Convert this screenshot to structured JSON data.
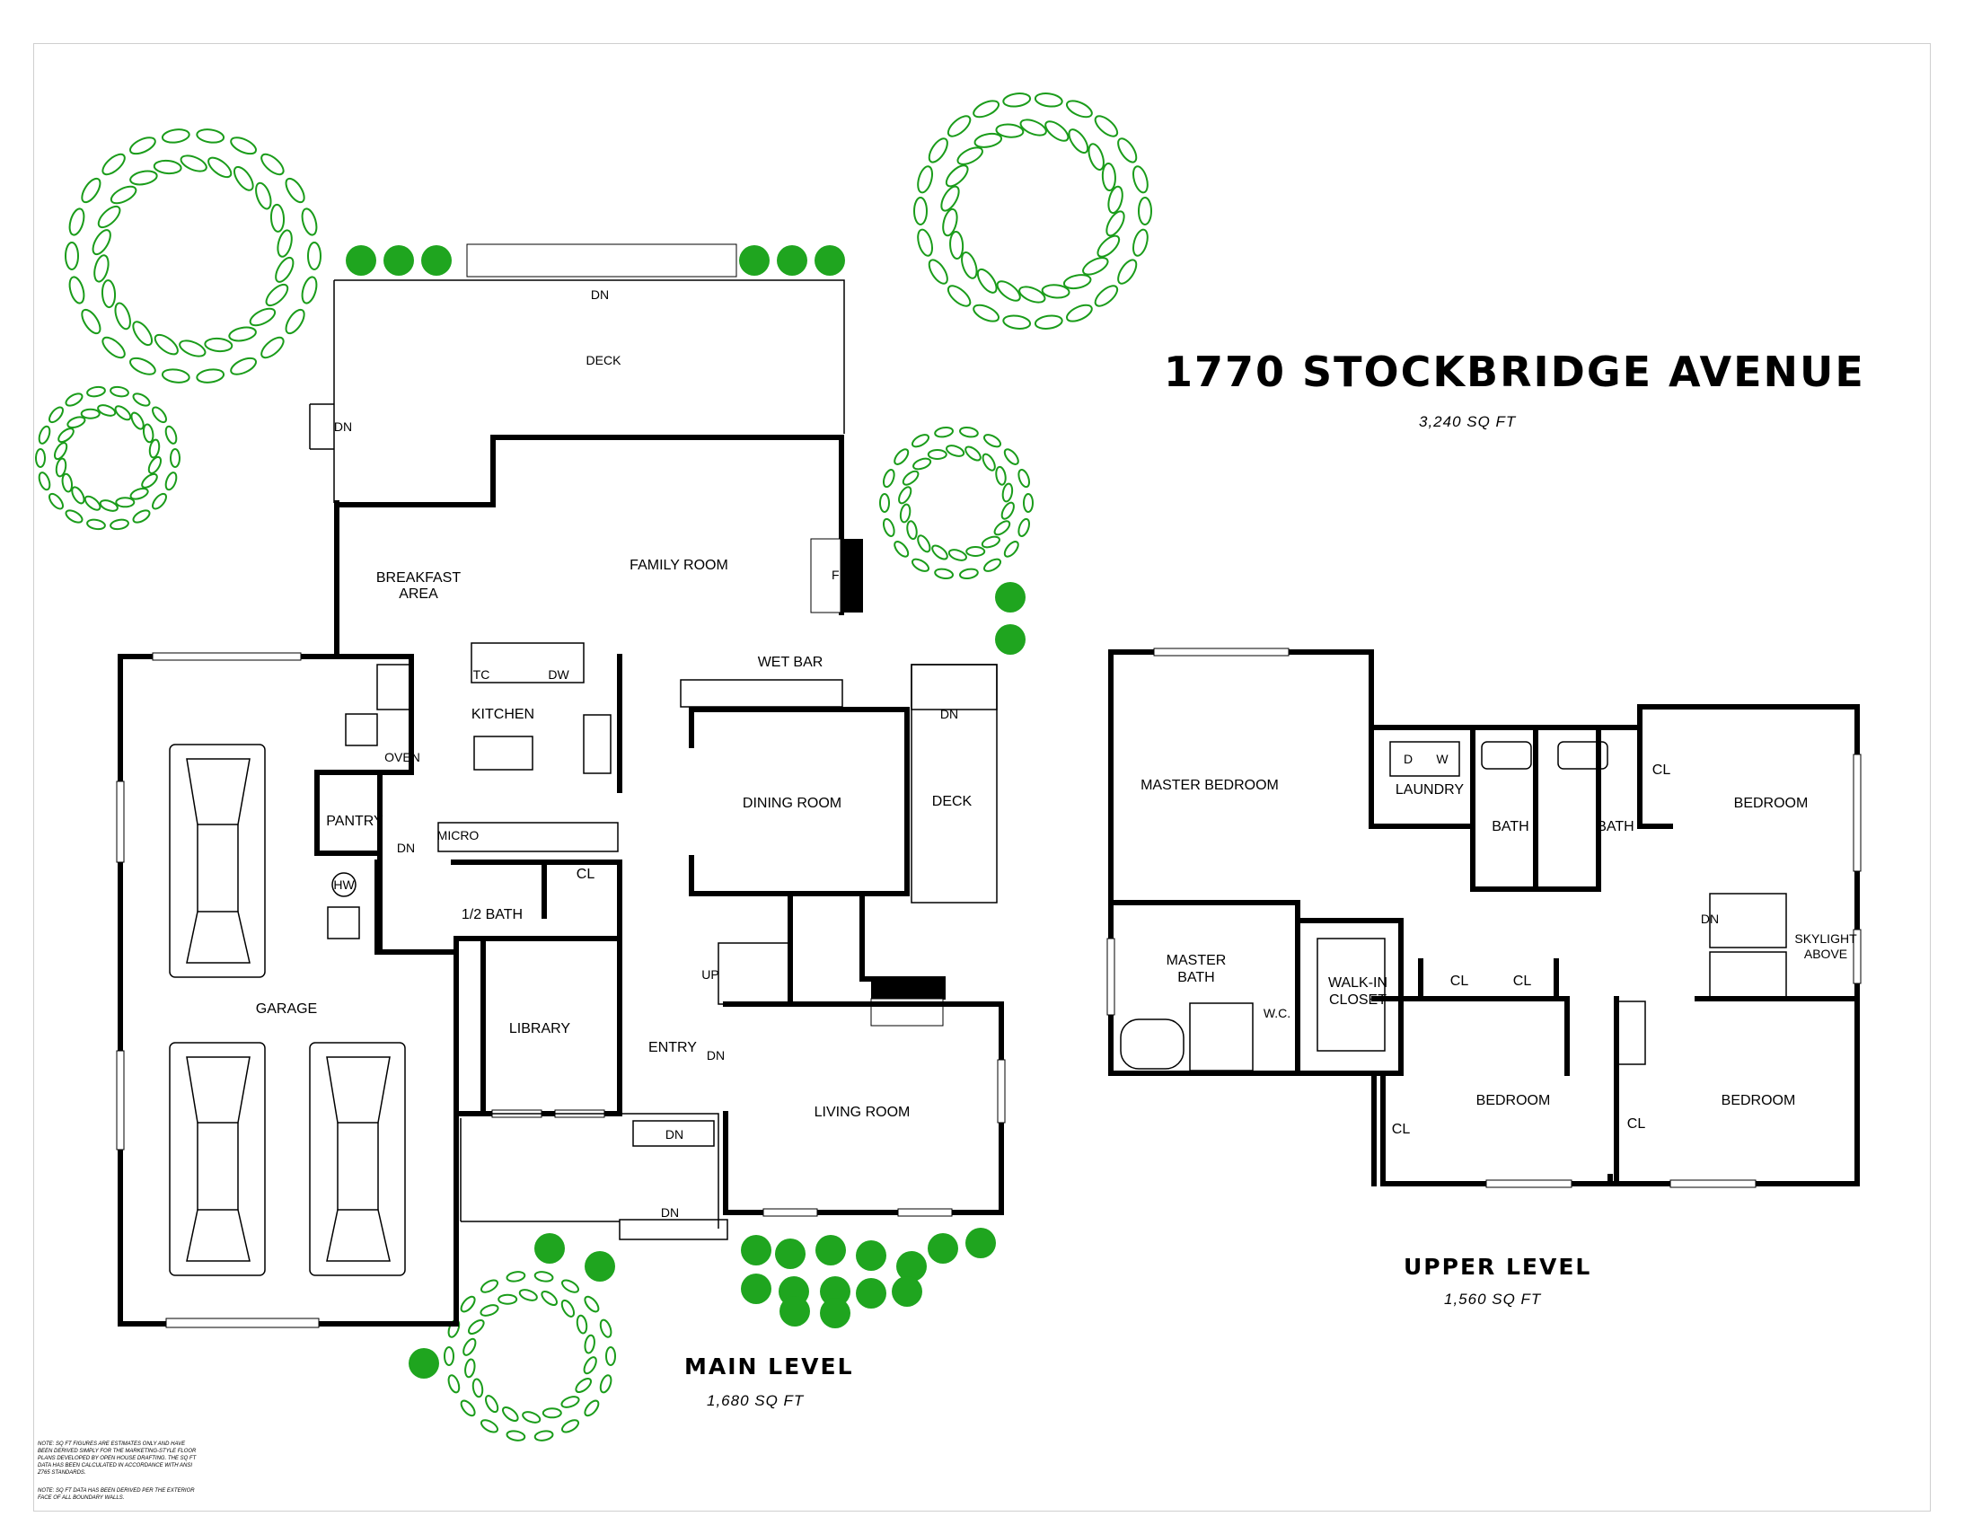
{
  "header": {
    "address": "1770 STOCKBRIDGE AVENUE",
    "total_area": "3,240 SQ FT"
  },
  "main_level": {
    "title": "MAIN LEVEL",
    "area": "1,680 SQ FT",
    "rooms": {
      "deck_top": "DECK",
      "deck_top_dn": "DN",
      "deck_left_dn": "DN",
      "breakfast_1": "BREAKFAST",
      "breakfast_2": "AREA",
      "family_room": "FAMILY ROOM",
      "fp_family": "FP",
      "wet_bar": "WET BAR",
      "kitchen": "KITCHEN",
      "tc": "TC",
      "dw": "DW",
      "oven": "OVEN",
      "pantry": "PANTRY",
      "micro": "MICRO",
      "pantry_dn": "DN",
      "hw": "HW",
      "half_bath": "1/2 BATH",
      "cl": "CL",
      "dining_room": "DINING ROOM",
      "deck_right": "DECK",
      "deck_right_dn": "DN",
      "garage": "GARAGE",
      "library": "LIBRARY",
      "up": "UP",
      "entry": "ENTRY",
      "entry_dn": "DN",
      "fp_living": "FP",
      "living_room": "LIVING ROOM",
      "porch_dn": "DN",
      "front_dn": "DN"
    }
  },
  "upper_level": {
    "title": "UPPER LEVEL",
    "area": "1,560 SQ FT",
    "rooms": {
      "master_bedroom": "MASTER BEDROOM",
      "laundry": "LAUNDRY",
      "d": "D",
      "w": "W",
      "bath_1": "BATH",
      "bath_2": "BATH",
      "cl_top": "CL",
      "bedroom_ne": "BEDROOM",
      "stair_dn": "DN",
      "skylight_1": "SKYLIGHT",
      "skylight_2": "ABOVE",
      "master_bath_1": "MASTER",
      "master_bath_2": "BATH",
      "wc": "W.C.",
      "walkin_1": "WALK-IN",
      "walkin_2": "CLOSET",
      "cl_hall_1": "CL",
      "cl_hall_2": "CL",
      "cl_sw": "CL",
      "bedroom_sw": "BEDROOM",
      "cl_se": "CL",
      "bedroom_se": "BEDROOM"
    }
  },
  "notes": {
    "note_1": "NOTE: SQ FT FIGURES ARE ESTIMATES ONLY AND HAVE BEEN DERIVED SIMPLY FOR THE MARKETING-STYLE FLOOR PLANS DEVELOPED BY OPEN HOUSE DRAFTING. THE SQ FT DATA HAS BEEN CALCULATED IN ACCORDANCE WITH ANSI Z765 STANDARDS.",
    "note_2": "NOTE: SQ FT DATA HAS BEEN DERIVED PER THE EXTERIOR FACE OF ALL BOUNDARY WALLS."
  },
  "colors": {
    "wall": "#000000",
    "foliage": "#1fa51f",
    "frame": "#cfcfcf"
  }
}
